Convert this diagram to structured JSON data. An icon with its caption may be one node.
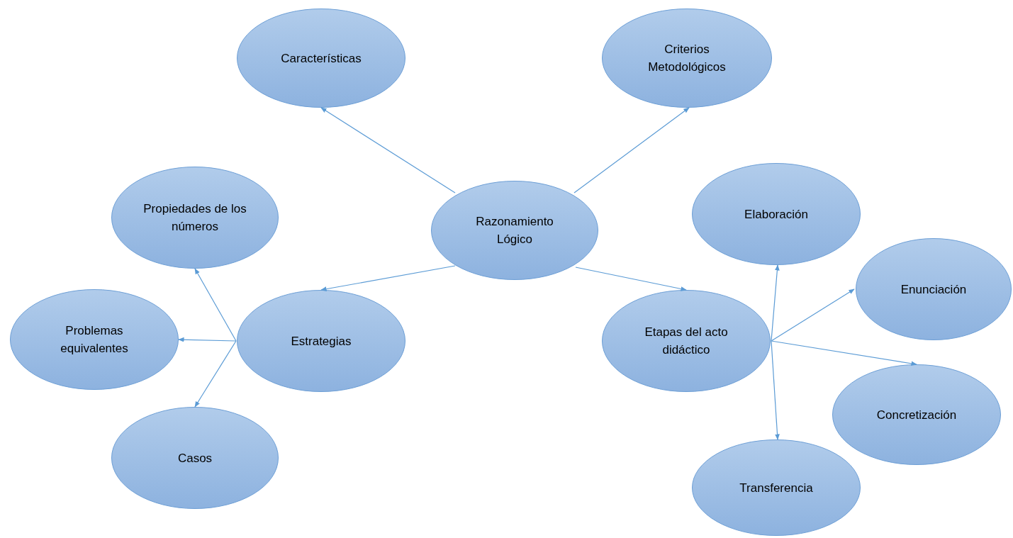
{
  "diagram": {
    "nodes": [
      {
        "text": [
          "Razonamiento Lógico"
        ]
      },
      {
        "text": [
          "Características"
        ]
      },
      {
        "text": [
          "Criterios Metodológicos"
        ]
      },
      {
        "text": [
          "Propiedades de los números"
        ]
      },
      {
        "text": [
          "Elaboración"
        ]
      },
      {
        "text": [
          "Enunciación"
        ]
      },
      {
        "text": [
          "Problemas equivalentes"
        ]
      },
      {
        "text": [
          "Estrategias"
        ]
      },
      {
        "text": [
          "Etapas del acto didáctico"
        ]
      },
      {
        "text": [
          "Concretización"
        ]
      },
      {
        "text": [
          "Casos"
        ]
      },
      {
        "text": [
          "Transferencia"
        ]
      }
    ],
    "edges": [
      {
        "from": 0,
        "to": 1,
        "arrow": "to"
      },
      {
        "from": 0,
        "to": 2,
        "arrow": "to"
      },
      {
        "from": 0,
        "to": 7,
        "arrow": "to"
      },
      {
        "from": 0,
        "to": 8,
        "arrow": "to"
      },
      {
        "from": 7,
        "to": 3,
        "arrow": "to"
      },
      {
        "from": 7,
        "to": 6,
        "arrow": "to"
      },
      {
        "from": 7,
        "to": 10,
        "arrow": "to"
      },
      {
        "from": 8,
        "to": 4,
        "arrow": "to"
      },
      {
        "from": 8,
        "to": 5,
        "arrow": "to"
      },
      {
        "from": 8,
        "to": 9,
        "arrow": "to"
      },
      {
        "from": 8,
        "to": 11,
        "arrow": "to"
      }
    ]
  }
}
